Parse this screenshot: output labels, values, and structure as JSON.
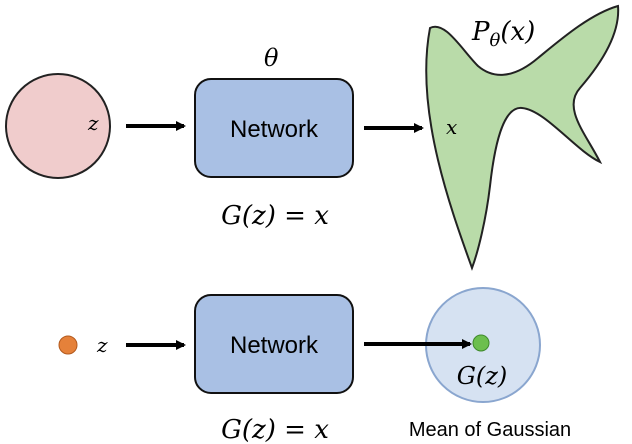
{
  "top": {
    "latent_var": "z",
    "param": "θ",
    "network_label": "Network",
    "output_var": "x",
    "distribution_label": "P",
    "distribution_sub": "θ",
    "distribution_arg": "(x)",
    "generator_eq": "G(z) = x"
  },
  "bottom": {
    "latent_var": "z",
    "network_label": "Network",
    "output_label": "G(z)",
    "generator_eq": "G(z) = x",
    "caption": "Mean of Gaussian"
  },
  "colors": {
    "latent_circle_fill": "#f0cccc",
    "network_fill": "#a9c0e4",
    "network_stroke": "#111111",
    "distribution_fill": "#b9dba9",
    "gaussian_fill": "#d6e2f2",
    "gaussian_stroke": "#8aa6cf",
    "orange_dot": "#e5813a",
    "green_dot": "#6cbf4e"
  }
}
